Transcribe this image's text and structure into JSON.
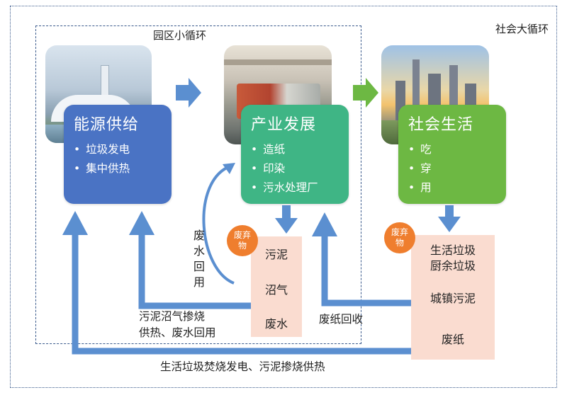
{
  "frames": {
    "outer_label": "社会大循环",
    "inner_label": "园区小循环"
  },
  "nodes": {
    "energy": {
      "title": "能源供给",
      "items": [
        "垃圾发电",
        "集中供热"
      ],
      "color": "#4a73c4"
    },
    "industry": {
      "title": "产业发展",
      "items": [
        "造纸",
        "印染",
        "污水处理厂"
      ],
      "color": "#3fb585"
    },
    "society": {
      "title": "社会生活",
      "items": [
        "吃",
        "穿",
        "用"
      ],
      "color": "#6db843"
    }
  },
  "waste": {
    "badge_1": "废弃物",
    "badge_2": "废弃物",
    "industry_items": [
      "污泥",
      "沼气",
      "废水"
    ],
    "society_items": [
      "生活垃圾",
      "厨余垃圾",
      "城镇污泥",
      "废纸"
    ],
    "badge_color": "#ef7e2e",
    "box_color": "#fadcd0"
  },
  "flows": {
    "wastewater_reuse": "废水回用",
    "sludge_biogas": "污泥沼气掺烧",
    "heat_water": "供热、废水回用",
    "paper_recycle": "废纸回收",
    "garbage_power": "生活垃圾焚烧发电、污泥掺烧供热"
  },
  "colors": {
    "arrow_blue": "#5b8fd0",
    "arrow_green": "#6db843"
  }
}
